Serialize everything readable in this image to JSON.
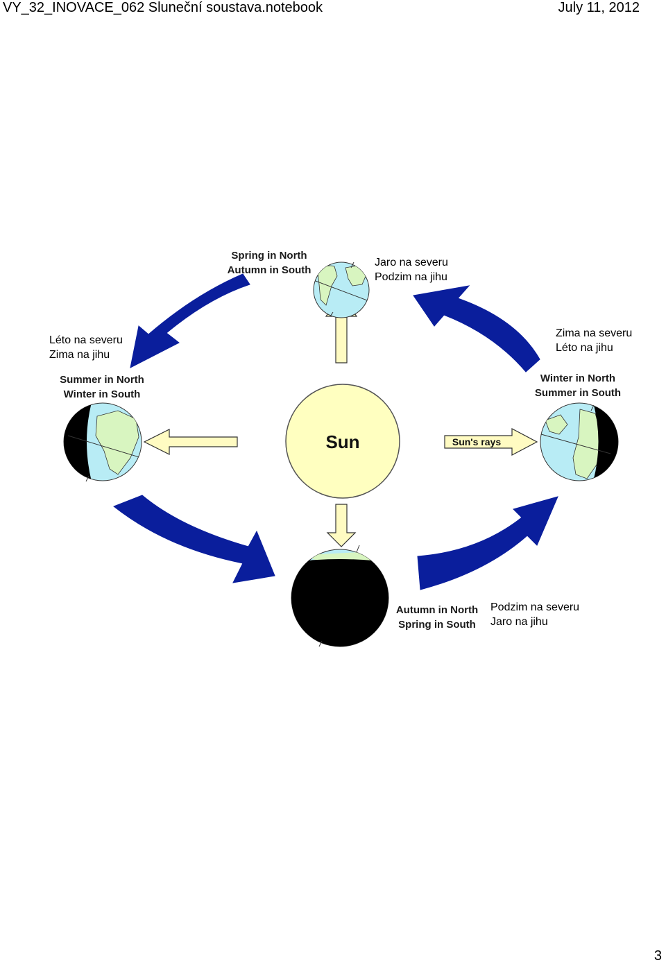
{
  "header": {
    "title": "VY_32_INOVACE_062 Sluneční soustava.notebook",
    "date": "July 11, 2012"
  },
  "diagram": {
    "sun_label": "Sun",
    "rays_label": "Sun's rays",
    "earths": {
      "top": {
        "en_line1": "Spring in North",
        "en_line2": "Autumn in South",
        "cz": "Jaro na severu\nPodzim na jihu"
      },
      "left": {
        "en_line1": "Summer in North",
        "en_line2": "Winter in South",
        "cz": "Léto na severu\nZima na jihu"
      },
      "right": {
        "en_line1": "Winter in North",
        "en_line2": "Summer in South",
        "cz": "Zima na severu\nLéto na jihu"
      },
      "bottom": {
        "en_line1": "Autumn in North",
        "en_line2": "Spring in South",
        "cz": "Podzim na severu\nJaro na jihu"
      }
    },
    "colors": {
      "sun": "#ffffc0",
      "orbit_arrow": "#0a1e9c",
      "ray_arrow": "#fffbc2",
      "ocean": "#b8ecf5",
      "land": "#d8f5c0",
      "night": "#000000"
    }
  },
  "footer": {
    "page_number": "3"
  }
}
